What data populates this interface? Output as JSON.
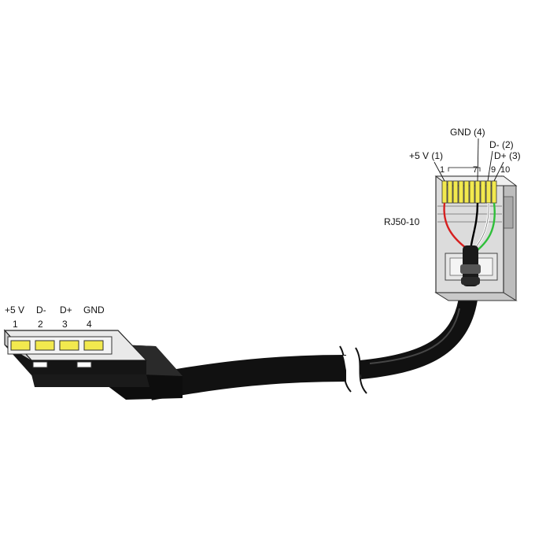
{
  "usb": {
    "signals": [
      "+5 V",
      "D-",
      "D+",
      "GND"
    ],
    "pins": [
      "1",
      "2",
      "3",
      "4"
    ]
  },
  "rj50": {
    "model": "RJ50-10",
    "pin_labels": {
      "vcc": "+5 V (1)",
      "gnd": "GND (4)",
      "dminus": "D- (2)",
      "dplus": "D+ (3)"
    },
    "pin_numbers": [
      "1",
      "7",
      "9",
      "10"
    ]
  },
  "colors": {
    "cable": "#111111",
    "contact_yellow": "#f2e94e",
    "plug_gray": "#d9d9d9",
    "wire_red": "#d62020",
    "wire_black": "#000000",
    "wire_green": "#2fbf3a",
    "wire_white": "#ffffff"
  }
}
